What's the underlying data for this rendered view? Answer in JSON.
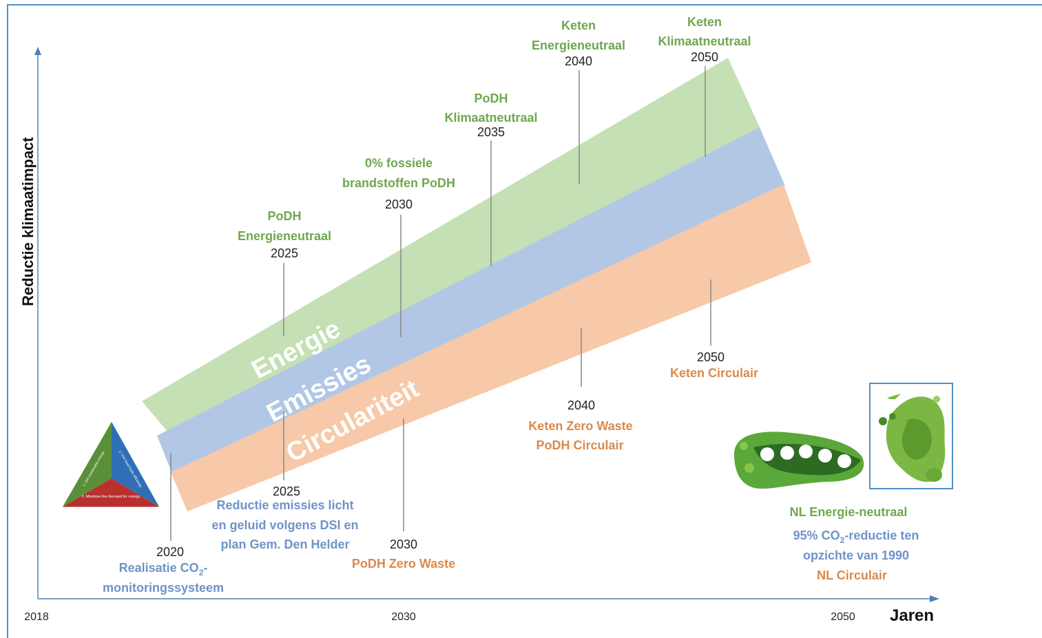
{
  "colors": {
    "green_text": "#6ea84e",
    "blue_text": "#6e93c9",
    "orange_text": "#d98a4d",
    "band_energie": "#c4e0b4",
    "band_emissies": "#b2c7e6",
    "band_circ": "#f7c9a8",
    "frame": "#4d8fc9",
    "axis": "#7aa2c8"
  },
  "axes": {
    "y_label": "Reductie klimaatimpact",
    "x_label": "Jaren",
    "x_ticks": [
      "2018",
      "2030",
      "2050"
    ]
  },
  "bands": {
    "energie": "Energie",
    "emissies": "Emissies",
    "circulariteit": "Circulariteit"
  },
  "milestones": {
    "energie_2025": {
      "line1": "PoDH",
      "line2": "Energieneutraal",
      "year": "2025"
    },
    "energie_2030": {
      "line1": "0% fossiele",
      "line2": "brandstoffen PoDH",
      "year": "2030"
    },
    "energie_2035": {
      "line1": "PoDH",
      "line2": "Klimaatneutraal",
      "year": "2035"
    },
    "energie_2040": {
      "line1": "Keten",
      "line2": "Energieneutraal",
      "year": "2040"
    },
    "energie_2050": {
      "line1": "Keten",
      "line2": "Klimaatneutraal",
      "year": "2050"
    },
    "emissies_2020": {
      "year": "2020",
      "line1": "Realisatie CO",
      "sub": "2",
      "line1_end": "-",
      "line2": "monitoringssysteem"
    },
    "emissies_2025": {
      "year": "2025",
      "line1": "Reductie emissies licht",
      "line2": "en geluid volgens DSI en",
      "line3": "plan Gem. Den Helder"
    },
    "circ_2030": {
      "year": "2030",
      "line1": "PoDH Zero Waste"
    },
    "circ_2040": {
      "year": "2040",
      "line1": "Keten Zero Waste",
      "line2": "PoDH Circulair"
    },
    "circ_2050": {
      "year": "2050",
      "line1": "Keten Circulair"
    }
  },
  "goals_2050": {
    "line1": "NL Energie-neutraal",
    "line2_a": "95% CO",
    "line2_sub": "2",
    "line2_b": "-reductie ten",
    "line3": "opzichte van 1990",
    "line4": "NL Circulair"
  },
  "trias": {
    "t1": "1. Use sustainable energy",
    "t2": "2. Use fossil fuels efficiently",
    "t3": "3. Minimise the demand for energy"
  }
}
